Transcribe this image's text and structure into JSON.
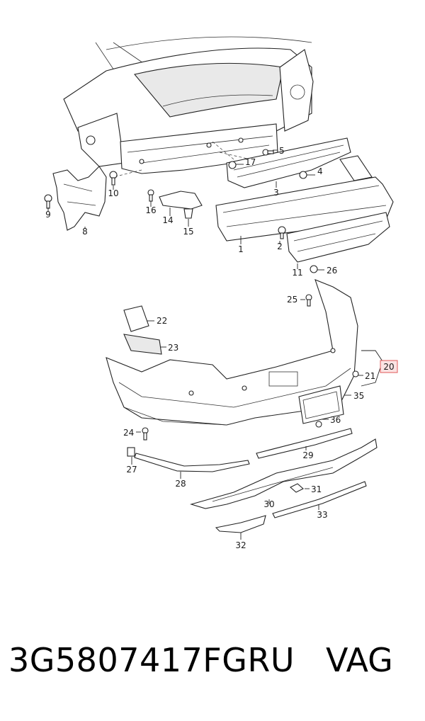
{
  "labels": {
    "1": "1",
    "2": "2",
    "3": "3",
    "4": "4",
    "5": "5",
    "8": "8",
    "9": "9",
    "10": "10",
    "11": "11",
    "14": "14",
    "15": "15",
    "16": "16",
    "17": "17",
    "20": "20",
    "21": "21",
    "22": "22",
    "23": "23",
    "24": "24",
    "25": "25",
    "26": "26",
    "27": "27",
    "28": "28",
    "29": "29",
    "30": "30",
    "31": "31",
    "32": "32",
    "33": "33",
    "35": "35",
    "36": "36"
  },
  "highlighted_callout": "20",
  "colors": {
    "highlight_fill": "#fbe3e3",
    "highlight_stroke": "#e05a5a"
  },
  "footer": {
    "part_number": "3G5807417FGRU",
    "brand": "VAG"
  }
}
